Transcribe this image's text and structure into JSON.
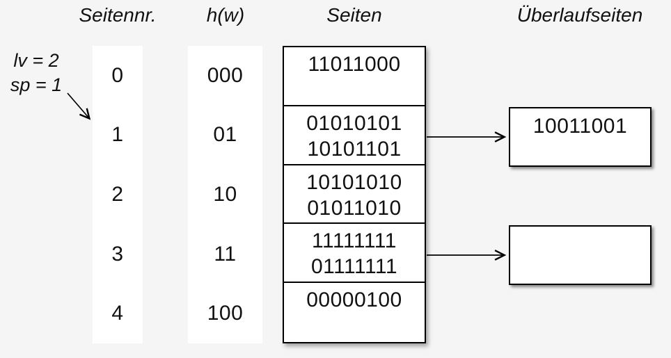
{
  "palette": {
    "background": "#f5f5f5",
    "surface": "#ffffff",
    "line": "#000000",
    "text": "#111111"
  },
  "headers": {
    "page_no": "Seitennr.",
    "hash": "h(w)",
    "pages": "Seiten",
    "overflow": "Überlaufseiten"
  },
  "annotation": {
    "level": "lv = 2",
    "split_pointer": "sp = 1",
    "points_to_page": "1"
  },
  "buckets": [
    {
      "page_no": "0",
      "hash": "000",
      "entries": [
        "11011000"
      ]
    },
    {
      "page_no": "1",
      "hash": "01",
      "entries": [
        "01010101",
        "10101101"
      ],
      "overflow": "10011001"
    },
    {
      "page_no": "2",
      "hash": "10",
      "entries": [
        "10101010",
        "01011010"
      ]
    },
    {
      "page_no": "3",
      "hash": "11",
      "entries": [
        "11111111",
        "01111111"
      ]
    },
    {
      "page_no": "4",
      "hash": "100",
      "entries": [
        "00000100"
      ]
    }
  ]
}
